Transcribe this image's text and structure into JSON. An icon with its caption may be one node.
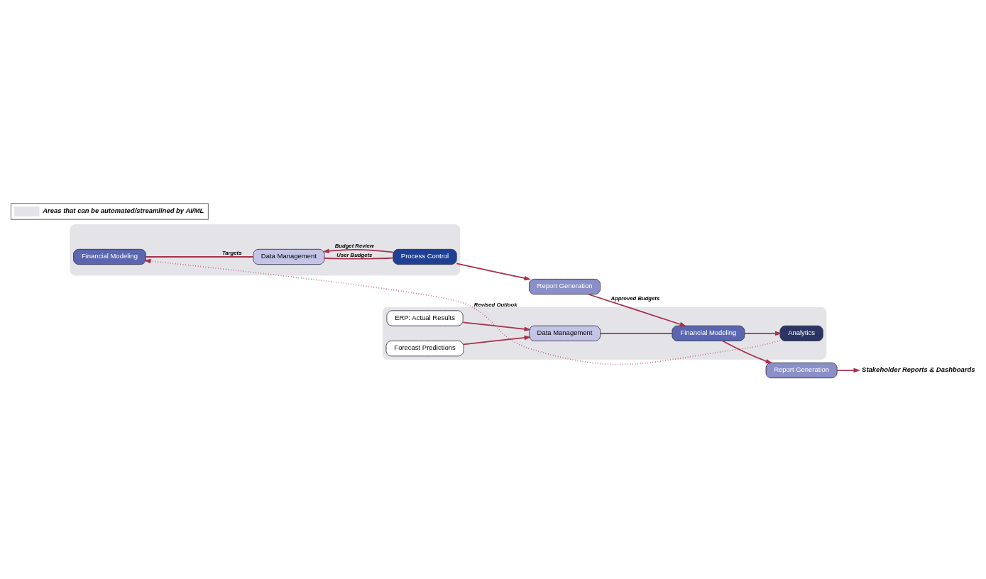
{
  "diagram": {
    "nodes": [
      {
        "text": [],
        "shape": "box"
      },
      {
        "text": [
          "Financial Modeling"
        ],
        "in": 0
      },
      {
        "text": [
          "Data Management"
        ],
        "in": 0
      },
      {
        "text": [
          "Process Control"
        ],
        "in": 0
      },
      {
        "text": [
          "Report Generation"
        ]
      },
      {
        "text": [],
        "shape": "box"
      },
      {
        "text": [
          "ERP: Actual Results"
        ],
        "in": 5
      },
      {
        "text": [
          "Forecast Predictions"
        ],
        "in": 5
      },
      {
        "text": [
          "Data Management"
        ],
        "in": 5
      },
      {
        "text": [
          "Financial Modeling"
        ],
        "in": 5
      },
      {
        "text": [
          "Analytics"
        ],
        "in": 5
      },
      {
        "text": [
          "Report Generation"
        ]
      },
      {
        "text": [
          "Stakeholder Reports & Dashboards"
        ]
      }
    ],
    "edges": [
      {
        "from": 1,
        "to": 2,
        "arrow": "none",
        "label": "Targets"
      },
      {
        "from": 2,
        "to": 3,
        "arrow": "none",
        "label": "User Budgets"
      },
      {
        "from": 3,
        "to": 2,
        "arrow": "to",
        "label": "Budget Review"
      },
      {
        "from": 3,
        "to": 4,
        "arrow": "to"
      },
      {
        "from": 4,
        "to": 9,
        "arrow": "to",
        "label": "Approved Budgets"
      },
      {
        "from": 6,
        "to": 8,
        "arrow": "to"
      },
      {
        "from": 7,
        "to": 8,
        "arrow": "to"
      },
      {
        "from": 8,
        "to": 9,
        "arrow": "none"
      },
      {
        "from": 9,
        "to": 11,
        "arrow": "to"
      },
      {
        "from": 9,
        "to": 10,
        "arrow": "to"
      },
      {
        "from": 10,
        "to": 1,
        "arrow": "to",
        "style": "dashed",
        "label": "Revised Outlook"
      },
      {
        "from": 11,
        "to": 12,
        "arrow": "to"
      }
    ],
    "legend": [
      {
        "text": "Areas that can be automated/streamlined by AI/ML",
        "color": "#e4e4e8"
      }
    ]
  }
}
